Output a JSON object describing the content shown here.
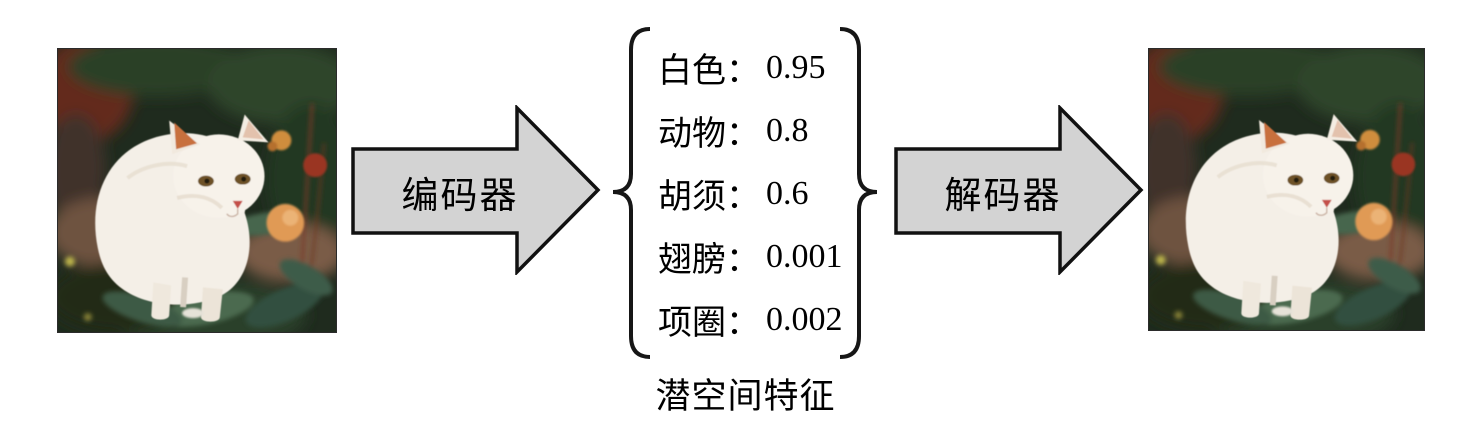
{
  "diagram": {
    "encoder": {
      "label": "编码器"
    },
    "decoder": {
      "label": "解码器"
    },
    "latent": {
      "separator": "：",
      "features": [
        {
          "name": "白色",
          "value": "0.95"
        },
        {
          "name": "动物",
          "value": "0.8"
        },
        {
          "name": "胡须",
          "value": "0.6"
        },
        {
          "name": "翅膀",
          "value": "0.001"
        },
        {
          "name": "项圈",
          "value": "0.002"
        }
      ],
      "caption": "潜空间特征"
    },
    "colors": {
      "arrow_fill": "#d3d3d3",
      "arrow_stroke": "#111111",
      "text": "#000000",
      "background": "#ffffff"
    }
  }
}
